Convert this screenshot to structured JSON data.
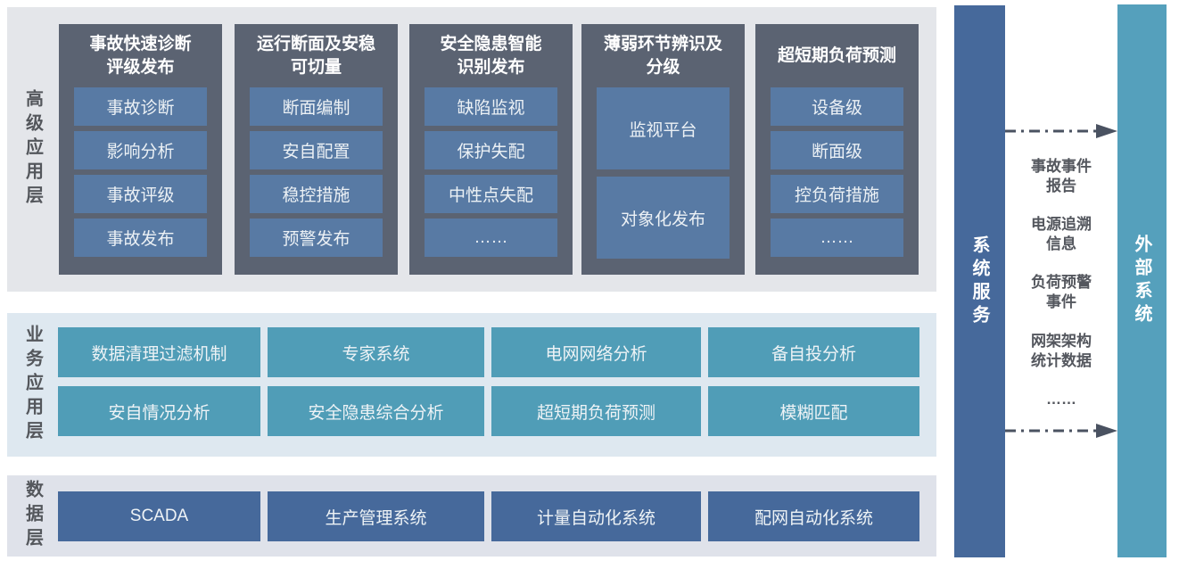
{
  "layers": {
    "advanced": {
      "label": "高级应用层",
      "columns": [
        {
          "title": "事故快速诊断\n评级发布",
          "items": [
            "事故诊断",
            "影响分析",
            "事故评级",
            "事故发布"
          ]
        },
        {
          "title": "运行断面及安稳\n可切量",
          "items": [
            "断面编制",
            "安自配置",
            "稳控措施",
            "预警发布"
          ]
        },
        {
          "title": "安全隐患智能\n识别发布",
          "items": [
            "缺陷监视",
            "保护失配",
            "中性点失配",
            "……"
          ]
        },
        {
          "title": "薄弱环节辨识及\n分级",
          "items": [
            "监视平台",
            "对象化发布"
          ]
        },
        {
          "title": "超短期负荷预测",
          "items": [
            "设备级",
            "断面级",
            "控负荷措施",
            "……"
          ]
        }
      ]
    },
    "business": {
      "label": "业务应用层",
      "items": [
        "数据清理过滤机制",
        "专家系统",
        "电网网络分析",
        "备自投分析",
        "安自情况分析",
        "安全隐患综合分析",
        "超短期负荷预测",
        "模糊匹配"
      ]
    },
    "data": {
      "label": "数据层",
      "items": [
        "SCADA",
        "生产管理系统",
        "计量自动化系统",
        "配网自动化系统"
      ]
    }
  },
  "right": {
    "service_bar": "系统服务",
    "external_bar": "外部系统",
    "exchange_items": [
      "事故事件\n报告",
      "电源追溯\n信息",
      "负荷预警\n事件",
      "网架架构\n统计数据",
      "……"
    ]
  },
  "colors": {
    "panel_dark": "#5b6372",
    "item_blue": "#587aa4",
    "item_teal": "#509db7",
    "item_navy": "#46699b",
    "service_bar": "#46699b",
    "external_bar": "#55a0bc",
    "band_advanced_bg": "#e4e6ea",
    "band_business_bg": "#dee8f0",
    "band_data_bg": "#dfe2ea",
    "label_gray": "#54575c",
    "arrow": "#4a5261"
  }
}
